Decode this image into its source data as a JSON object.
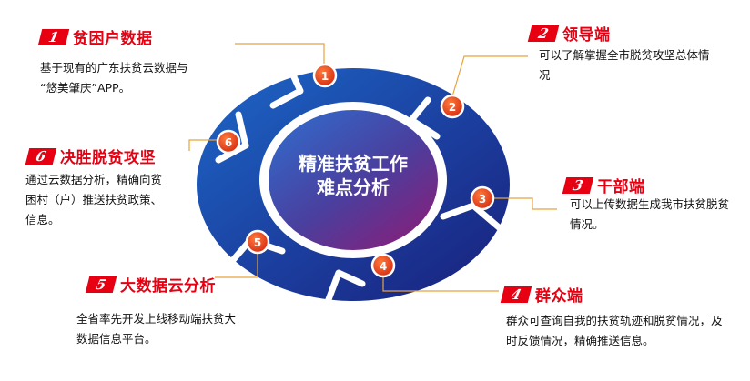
{
  "center": {
    "line1": "精准扶贫工作",
    "line2": "难点分析"
  },
  "nodes": [
    {
      "num": "1",
      "title": "贫困户数据",
      "desc": [
        "基于现有的广东扶贫云数据与",
        "“悠美肇庆”APP。"
      ]
    },
    {
      "num": "2",
      "title": "领导端",
      "desc": [
        "可以了解掌握全市脱贫攻坚总体情",
        "况"
      ]
    },
    {
      "num": "3",
      "title": "干部端",
      "desc": [
        "可以上传数据生成我市扶贫脱贫",
        "情况。"
      ]
    },
    {
      "num": "4",
      "title": "群众端",
      "desc": [
        "群众可查询自我的扶贫轨迹和脱贫情况，及",
        "时反馈情况，精确推送信息。"
      ]
    },
    {
      "num": "5",
      "title": "大数据云分析",
      "desc": [
        "全省率先开发上线移动端扶贫大",
        "数据信息平台。"
      ]
    },
    {
      "num": "6",
      "title": "决胜脱贫攻坚",
      "desc": [
        "通过云数据分析，精确向贫",
        "困村（户）推送扶贫政策、",
        "信息。"
      ]
    }
  ],
  "colors": {
    "accent": "#e60012",
    "ring_dark": "#1d2a8c",
    "ring_light": "#1f5fc0",
    "center_blue": "#2c5fc4",
    "center_purple": "#7a1f7c",
    "node_orange": "#e8401a",
    "leader_line": "#e8a33a"
  }
}
